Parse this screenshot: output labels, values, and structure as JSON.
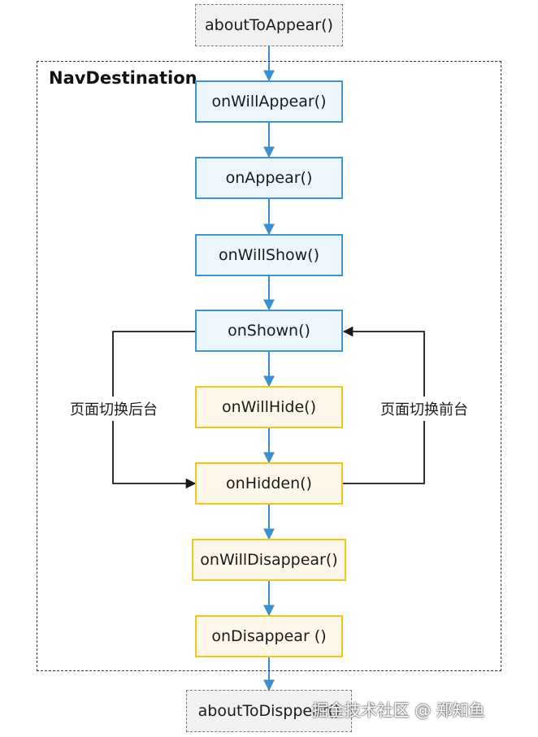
{
  "diagram": {
    "container_label": "NavDestination",
    "outer_top": "aboutToAppear()",
    "outer_bottom": "aboutToDisppear()",
    "nodes": {
      "on_will_appear": "onWillAppear()",
      "on_appear": "onAppear()",
      "on_will_show": "onWillShow()",
      "on_shown": "onShown()",
      "on_will_hide": "onWillHide()",
      "on_hidden": "onHidden()",
      "on_will_disappear": "onWillDisappear()",
      "on_disappear": "onDisappear ()"
    },
    "left_loop_label": "页面切换后台",
    "right_loop_label": "页面切换前台"
  },
  "watermark": "掘金技术社区 @ 郑知鱼",
  "colors": {
    "blue_border": "#3b96d6",
    "yellow_border": "#f5c518",
    "arrow": "#3b8fd1",
    "loop_line": "#1a1a1a"
  }
}
